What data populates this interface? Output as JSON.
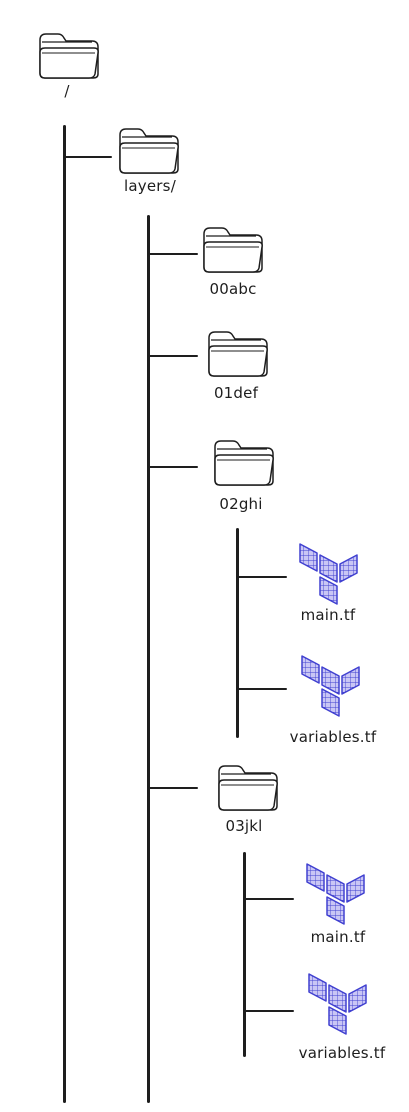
{
  "diagram": {
    "root": {
      "label": "/",
      "icon": "folder-icon"
    },
    "layers": {
      "label": "layers/",
      "icon": "folder-icon"
    },
    "folders": [
      {
        "label": "00abc",
        "icon": "folder-icon"
      },
      {
        "label": "01def",
        "icon": "folder-icon"
      },
      {
        "label": "02ghi",
        "icon": "folder-icon",
        "files": [
          {
            "label": "main.tf",
            "icon": "terraform-icon"
          },
          {
            "label": "variables.tf",
            "icon": "terraform-icon"
          }
        ]
      },
      {
        "label": "03jkl",
        "icon": "folder-icon",
        "files": [
          {
            "label": "main.tf",
            "icon": "terraform-icon"
          },
          {
            "label": "variables.tf",
            "icon": "terraform-icon"
          }
        ]
      }
    ],
    "colors": {
      "stroke": "#1e1e1e",
      "terraform": "#4040d0",
      "terraform_fill": "#c9c6f5"
    }
  }
}
